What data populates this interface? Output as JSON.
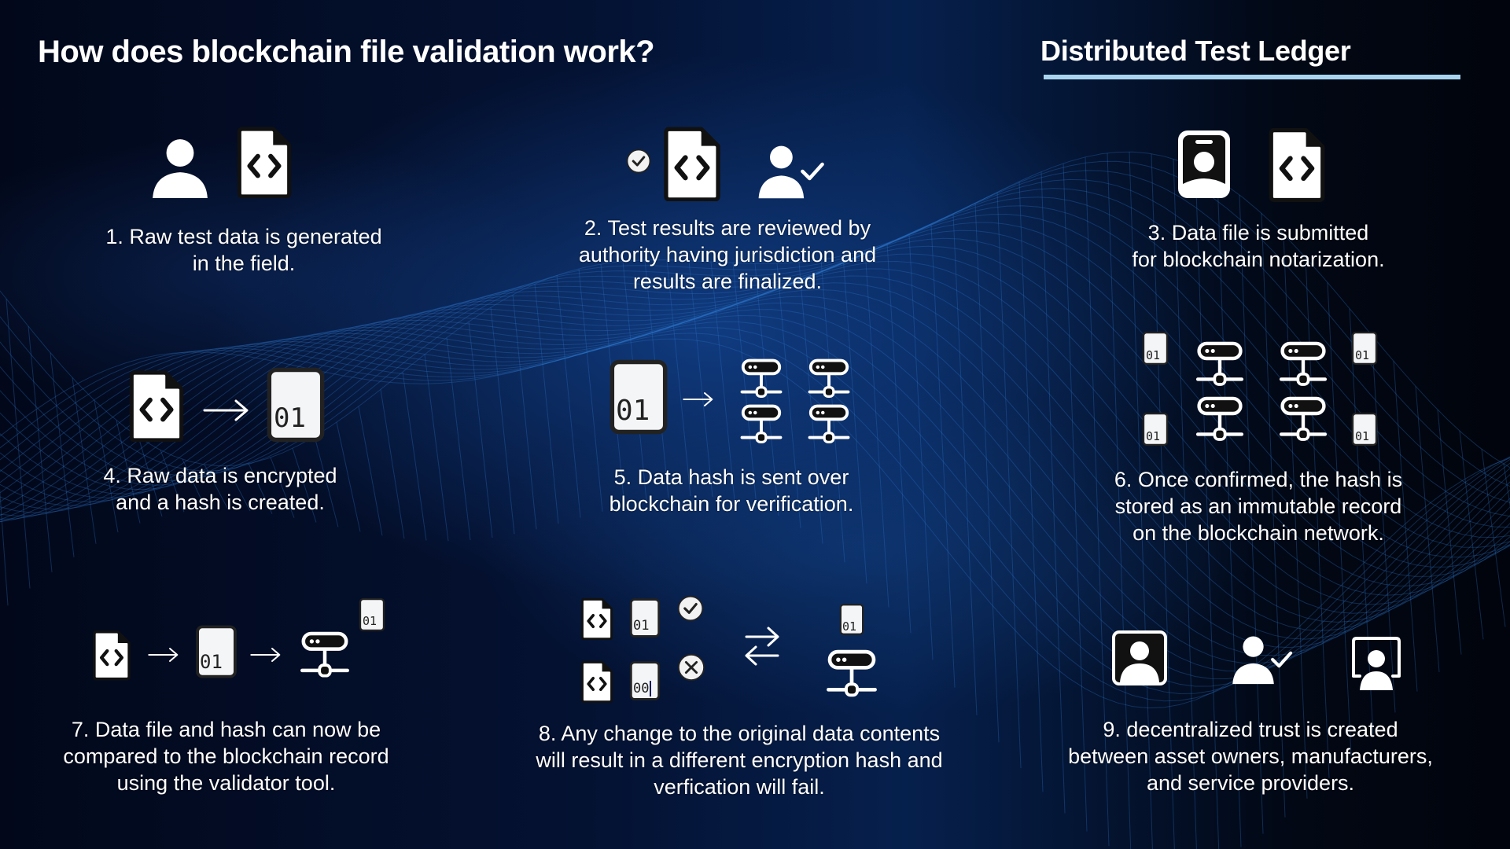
{
  "header": {
    "title": "How does blockchain file validation work?",
    "ledger_title": "Distributed Test Ledger",
    "ledger_underline_color": "#a8d4ef"
  },
  "colors": {
    "background_dark": "#02081a",
    "background_accent": "#12428c",
    "text": "#ffffff"
  },
  "steps": [
    {
      "caption": "1. Raw test data is generated\nin the field.",
      "icons": [
        "person-icon",
        "code-file-icon"
      ]
    },
    {
      "caption": "2. Test results are reviewed by\nauthority having jurisdiction and\nresults are finalized.",
      "icons": [
        "check-circle-icon",
        "code-file-icon",
        "person-check-icon"
      ]
    },
    {
      "caption": "3. Data file is submitted\nfor blockchain notarization.",
      "icons": [
        "id-badge-icon",
        "code-file-icon"
      ]
    },
    {
      "caption": "4. Raw data is encrypted\nand a hash is created.",
      "icons": [
        "code-file-icon",
        "arrow-right-icon",
        "binary-file-icon"
      ]
    },
    {
      "caption": "5. Data hash is sent over\nblockchain for verification.",
      "icons": [
        "binary-file-icon",
        "arrow-right-icon",
        "server-network-icon"
      ]
    },
    {
      "caption": "6. Once confirmed, the hash is\nstored as an immutable record\non the blockchain network.",
      "icons": [
        "binary-file-icon",
        "server-network-icon"
      ]
    },
    {
      "caption": "7. Data file and hash can now be\ncompared to the blockchain record\nusing the validator tool.",
      "icons": [
        "code-file-icon",
        "arrow-right-icon",
        "binary-file-icon",
        "server-network-icon"
      ]
    },
    {
      "caption": "8. Any change to the original data contents\nwill result in a different encryption hash and\nverfication will fail.",
      "icons": [
        "code-file-icon",
        "binary-file-icon",
        "check-circle-icon",
        "x-circle-icon",
        "swap-arrows-icon",
        "server-network-icon"
      ]
    },
    {
      "caption": "9. decentralized trust is created\nbetween asset owners, manufacturers,\nand service providers.",
      "icons": [
        "portrait-frame-icon",
        "person-check-icon",
        "person-screen-icon"
      ]
    }
  ],
  "hash_labels": {
    "valid": "01",
    "tampered": "00"
  }
}
